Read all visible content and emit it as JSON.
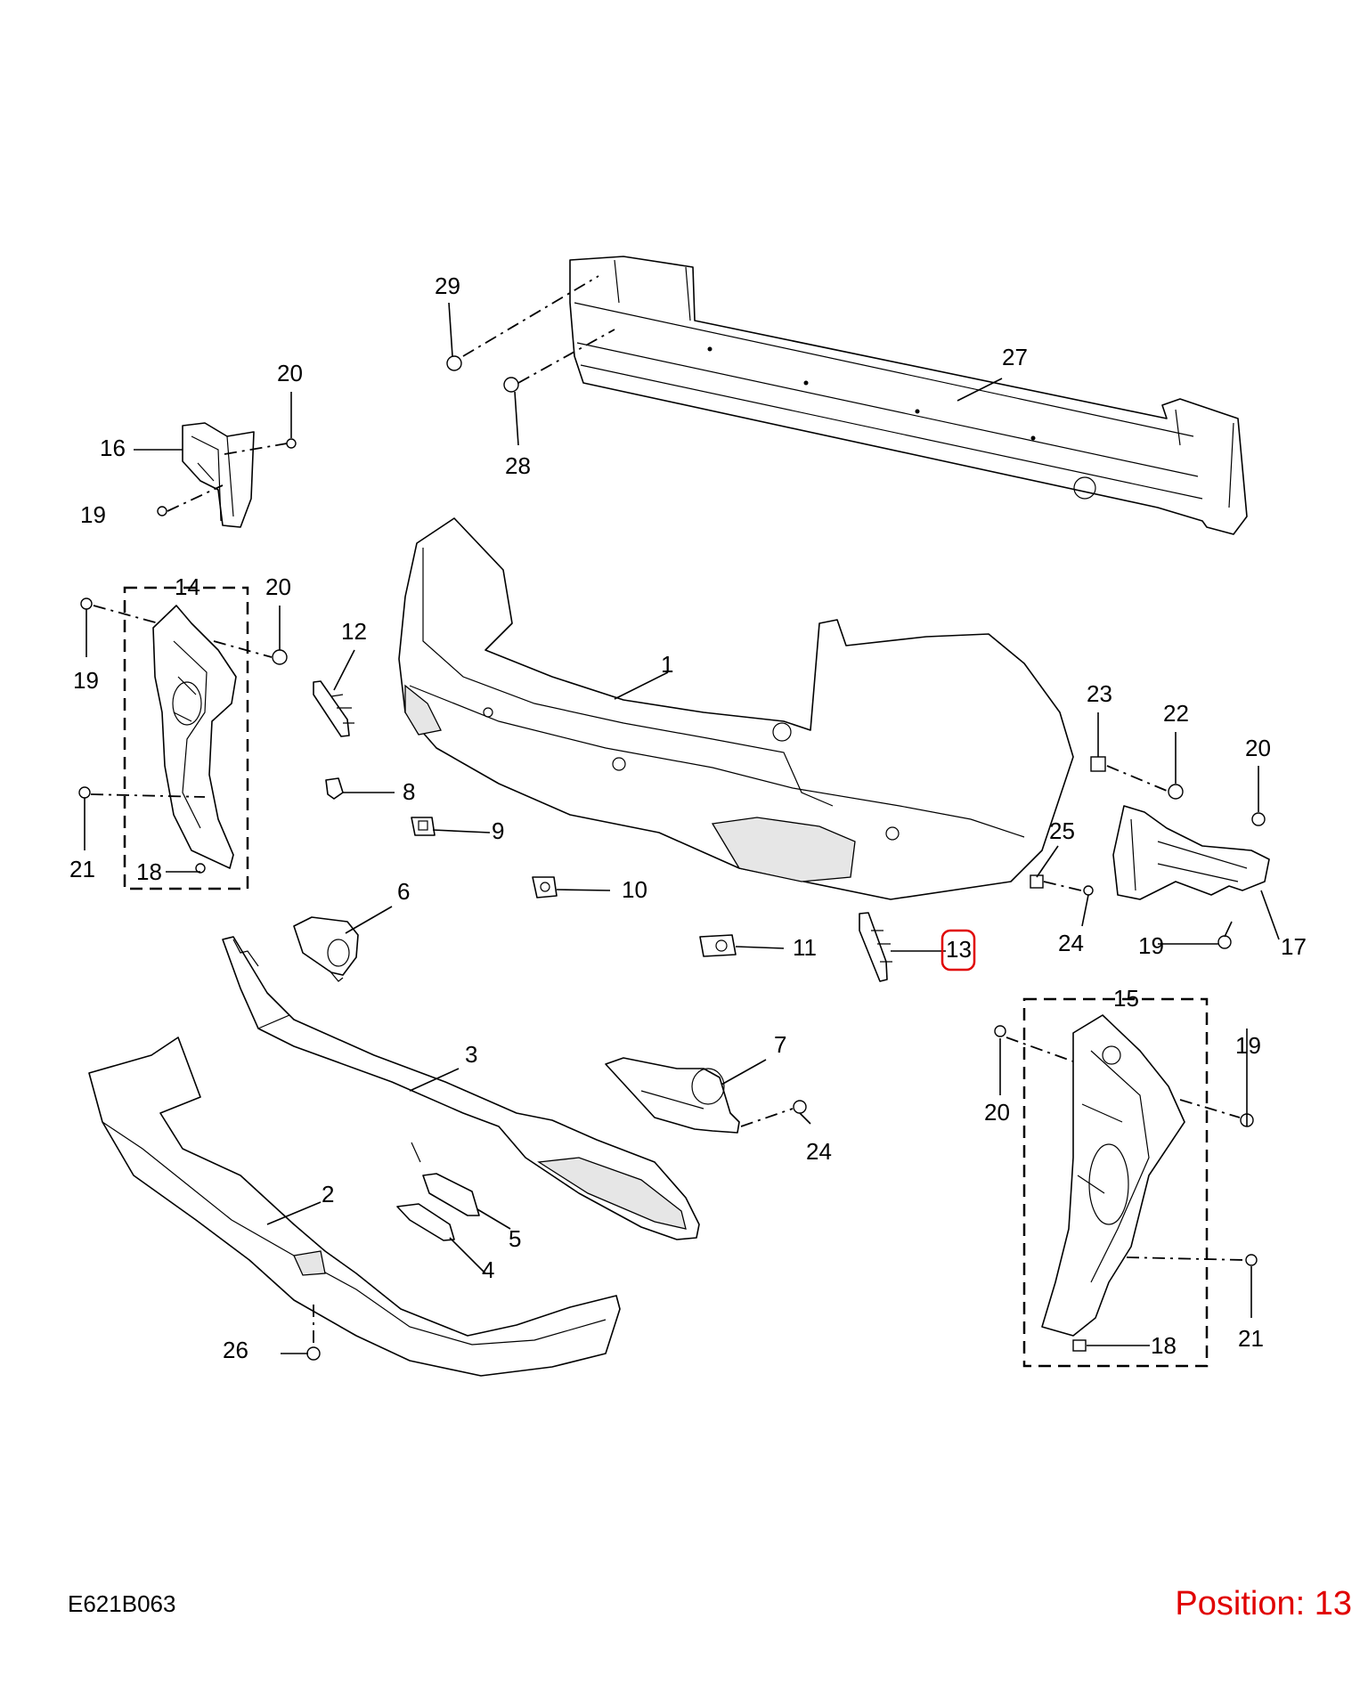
{
  "diagram_code": "E621B063",
  "position_text": "Position: 13",
  "highlight_color": "#e00000",
  "callouts": {
    "c1": "1",
    "c2": "2",
    "c3": "3",
    "c4": "4",
    "c5": "5",
    "c6": "6",
    "c7": "7",
    "c8": "8",
    "c9": "9",
    "c10": "10",
    "c11": "11",
    "c12": "12",
    "c13": "13",
    "c14": "14",
    "c15": "15",
    "c16": "16",
    "c17": "17",
    "c18a": "18",
    "c18b": "18",
    "c19a": "19",
    "c19b": "19",
    "c19c": "19",
    "c19d": "19",
    "c20a": "20",
    "c20b": "20",
    "c20c": "20",
    "c20d": "20",
    "c21a": "21",
    "c21b": "21",
    "c22": "22",
    "c23": "23",
    "c24a": "24",
    "c24b": "24",
    "c25": "25",
    "c26": "26",
    "c27": "27",
    "c28": "28",
    "c29": "29"
  }
}
